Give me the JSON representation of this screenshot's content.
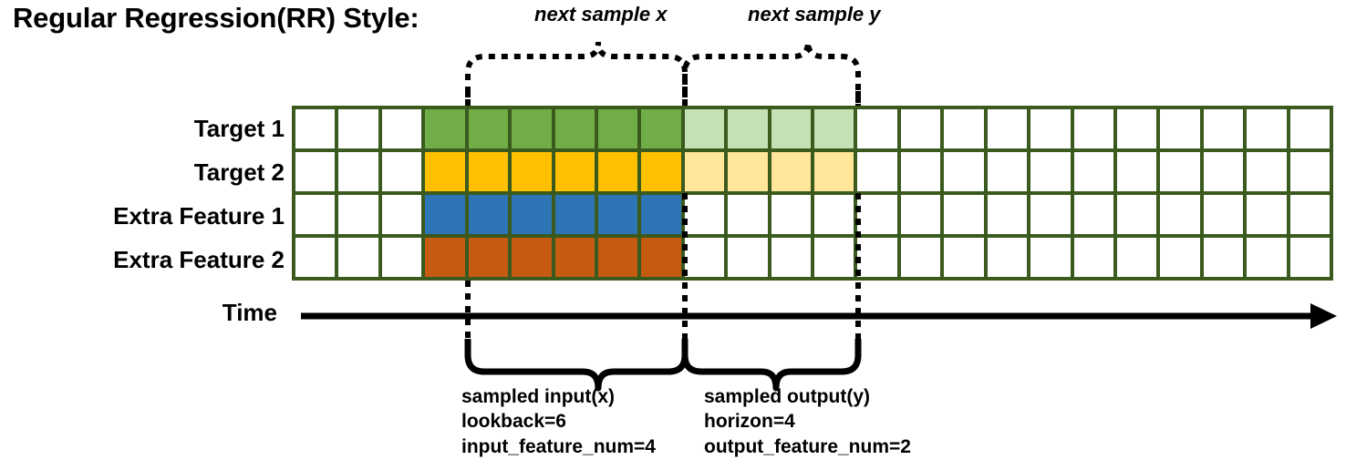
{
  "title": "Regular Regression(RR) Style:",
  "rows": [
    {
      "label": "Target 1"
    },
    {
      "label": "Target 2"
    },
    {
      "label": "Extra Feature 1"
    },
    {
      "label": "Extra Feature 2"
    }
  ],
  "time_axis": {
    "label": "Time"
  },
  "grid": {
    "columns": 24,
    "rows": 4,
    "border_color": "#3a5a1e",
    "empty_color": "#ffffff",
    "pad_columns": 3,
    "input_columns": 6,
    "output_columns": 4,
    "tail_columns": 11,
    "cell_colors": {
      "target1_input": "#70ad47",
      "target1_output": "#c5e0b4",
      "target2_input": "#ffc000",
      "target2_output": "#ffe699",
      "feature1_input": "#2e75b6",
      "feature2_input": "#c55a11"
    },
    "fill_map": [
      [
        "w",
        "w",
        "w",
        "g",
        "g",
        "g",
        "g",
        "g",
        "g",
        "gl",
        "gl",
        "gl",
        "gl",
        "w",
        "w",
        "w",
        "w",
        "w",
        "w",
        "w",
        "w",
        "w",
        "w",
        "w"
      ],
      [
        "w",
        "w",
        "w",
        "y",
        "y",
        "y",
        "y",
        "y",
        "y",
        "yl",
        "yl",
        "yl",
        "yl",
        "w",
        "w",
        "w",
        "w",
        "w",
        "w",
        "w",
        "w",
        "w",
        "w",
        "w"
      ],
      [
        "w",
        "w",
        "w",
        "b",
        "b",
        "b",
        "b",
        "b",
        "b",
        "w",
        "w",
        "w",
        "w",
        "w",
        "w",
        "w",
        "w",
        "w",
        "w",
        "w",
        "w",
        "w",
        "w",
        "w"
      ],
      [
        "w",
        "w",
        "w",
        "o",
        "o",
        "o",
        "o",
        "o",
        "o",
        "w",
        "w",
        "w",
        "w",
        "w",
        "w",
        "w",
        "w",
        "w",
        "w",
        "w",
        "w",
        "w",
        "w",
        "w"
      ]
    ]
  },
  "top_annotations": [
    {
      "text": "next sample x"
    },
    {
      "text": "next sample y"
    }
  ],
  "bottom_annotations": [
    {
      "line1": "sampled input(x)",
      "line2": "lookback=6",
      "line3": "input_feature_num=4"
    },
    {
      "line1": "sampled output(y)",
      "line2": "horizon=4",
      "line3": "output_feature_num=2"
    }
  ]
}
